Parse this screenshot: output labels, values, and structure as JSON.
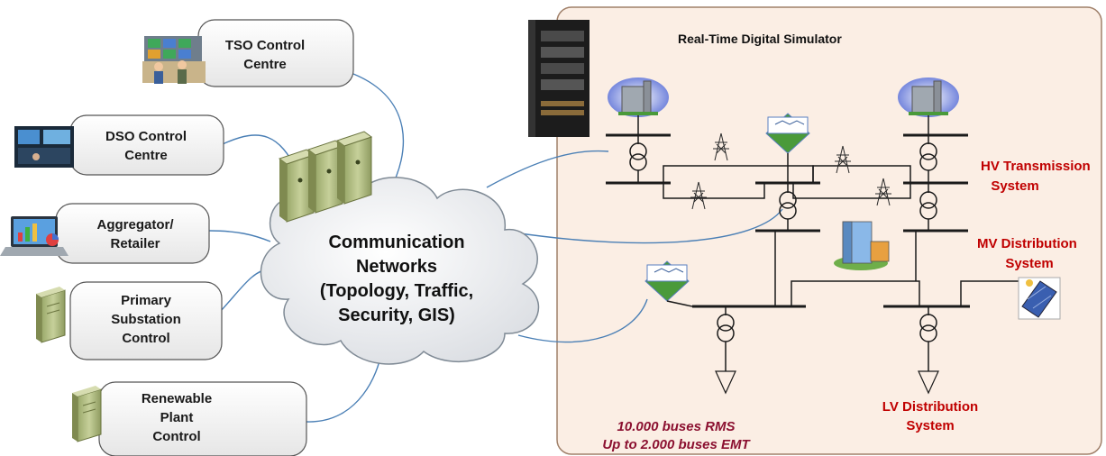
{
  "control_nodes": {
    "tso": {
      "line1": "TSO Control",
      "line2": "Centre",
      "icon": "control-room-icon"
    },
    "dso": {
      "line1": "DSO Control",
      "line2": "Centre",
      "icon": "operator-screens-icon"
    },
    "aggregator": {
      "line1": "Aggregator/",
      "line2": "Retailer",
      "icon": "laptop-analytics-icon"
    },
    "primary": {
      "line1": "Primary",
      "line2": "Substation",
      "line3": "Control",
      "icon": "server-cabinet-icon"
    },
    "renewable": {
      "line1": "Renewable",
      "line2": "Plant",
      "line3": "Control",
      "icon": "server-cabinet-icon"
    }
  },
  "network": {
    "line1": "Communication",
    "line2": "Networks",
    "line3": "(Topology, Traffic,",
    "line4": "Security, GIS)",
    "icon": "server-stack-icon"
  },
  "simulator": {
    "title": "Real-Time Digital Simulator",
    "icon": "simulator-rack-icon",
    "labels": {
      "hv1": "HV Transmission",
      "hv2": "System",
      "mv1": "MV Distribution",
      "mv2": "System",
      "lv1": "LV Distribution",
      "lv2": "System"
    },
    "capacity": {
      "rms": "10.000 buses RMS",
      "emt": "Up to 2.000 buses EMT"
    }
  },
  "colors": {
    "sim_panel_fill": "#fbeee4",
    "sim_panel_border": "#a0806a",
    "link_line": "#4a7fb5",
    "grid_line": "#1a1a1a",
    "label_red": "#c00000",
    "note_red": "#8b1030",
    "cabinet_green": "#b9c48b"
  }
}
